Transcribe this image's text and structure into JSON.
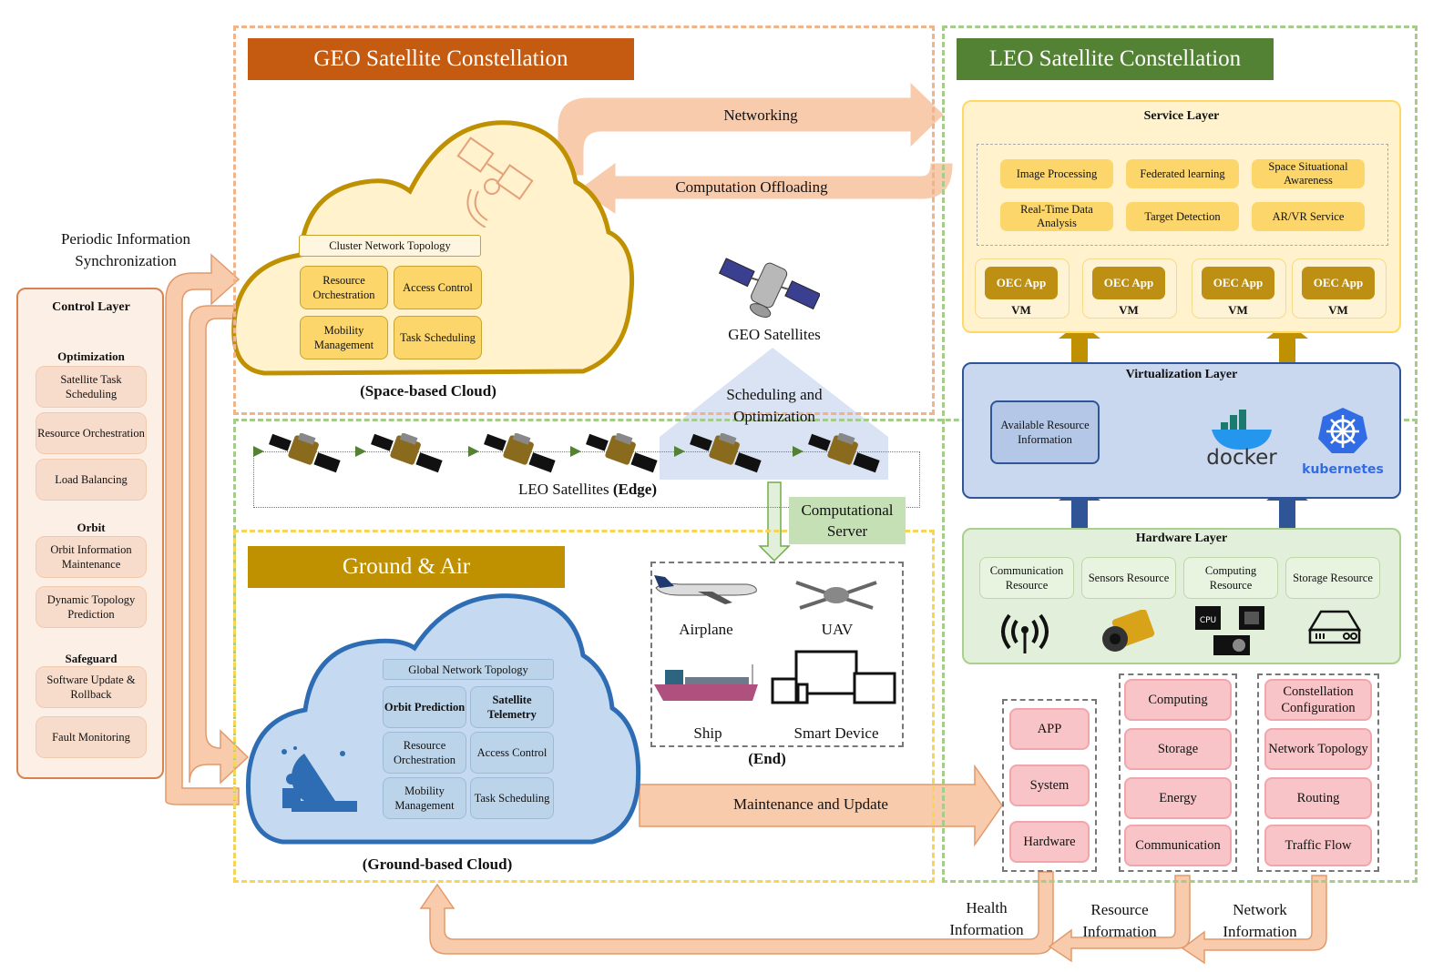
{
  "control_layer": {
    "title": "Control Layer",
    "sections": [
      {
        "heading": "Optimization",
        "items": [
          "Satellite Task Scheduling",
          "Resource Orchestration",
          "Load Balancing"
        ]
      },
      {
        "heading": "Orbit",
        "items": [
          "Orbit Information Maintenance",
          "Dynamic Topology Prediction"
        ]
      },
      {
        "heading": "Safeguard",
        "items": [
          "Software Update & Rollback",
          "Fault Monitoring"
        ]
      }
    ]
  },
  "sync_label": "Periodic Information Synchronization",
  "geo": {
    "banner": "GEO Satellite Constellation",
    "banner_color": "#c55a11",
    "cloud_top": "Cluster Network Topology",
    "cloud_items": [
      "Resource Orchestration",
      "Access Control",
      "Mobility Management",
      "Task Scheduling"
    ],
    "cloud_caption": "(Space-based Cloud)",
    "satellites_label": "GEO Satellites",
    "networking_label": "Networking",
    "offloading_label": "Computation Offloading",
    "scheduling_label": "Scheduling and Optimization"
  },
  "leo_edge": {
    "label_prefix": "LEO Satellites ",
    "label_bold": "(Edge)",
    "satellite_count": 6,
    "server_label": "Computational Server"
  },
  "ground": {
    "banner": "Ground & Air",
    "banner_color": "#bf9000",
    "cloud_top": "Global Network Topology",
    "cloud_items": [
      "Orbit Prediction",
      "Satellite Telemetry",
      "Resource Orchestration",
      "Access Control",
      "Mobility Management",
      "Task Scheduling"
    ],
    "cloud_caption": "(Ground-based Cloud)",
    "end_devices": [
      "Airplane",
      "UAV",
      "Ship",
      "Smart Device"
    ],
    "end_caption": "(End)",
    "maintenance_label": "Maintenance and Update"
  },
  "leo": {
    "banner": "LEO Satellite Constellation",
    "banner_color": "#548235",
    "service_layer": {
      "title": "Service Layer",
      "services": [
        "Image Processing",
        "Federated learning",
        "Space Situational Awareness",
        "Real-Time Data Analysis",
        "Target Detection",
        "AR/VR Service"
      ],
      "apps": [
        {
          "app": "OEC App",
          "vm": "VM"
        },
        {
          "app": "OEC App",
          "vm": "VM"
        },
        {
          "app": "OEC App",
          "vm": "VM"
        },
        {
          "app": "OEC App",
          "vm": "VM"
        }
      ]
    },
    "virtualization_layer": {
      "title": "Virtualization Layer",
      "info_box": "Available Resource Information",
      "docker": "docker",
      "kubernetes": "kubernetes"
    },
    "hardware_layer": {
      "title": "Hardware Layer",
      "resources": [
        "Communication Resource",
        "Sensors Resource",
        "Computing Resource",
        "Storage Resource"
      ]
    }
  },
  "status_groups": {
    "health": {
      "items": [
        "APP",
        "System",
        "Hardware"
      ],
      "label": "Health Information"
    },
    "resource": {
      "items": [
        "Computing",
        "Storage",
        "Energy",
        "Communication"
      ],
      "label": "Resource Information"
    },
    "network": {
      "items": [
        "Constellation Configuration",
        "Network Topology",
        "Routing",
        "Traffic Flow"
      ],
      "label": "Network Information"
    }
  }
}
